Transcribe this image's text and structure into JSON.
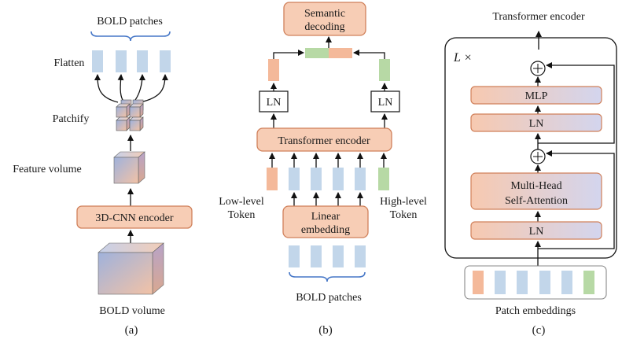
{
  "panel_a": {
    "caption": "(a)",
    "top_title": "BOLD patches",
    "flatten_label": "Flatten",
    "patchify_label": "Patchify",
    "feature_volume_label": "Feature volume",
    "encoder_label": "3D-CNN encoder",
    "bottom_label": "BOLD volume"
  },
  "panel_b": {
    "caption": "(b)",
    "decoding_line1": "Semantic",
    "decoding_line2": "decoding",
    "ln_left": "LN",
    "ln_right": "LN",
    "transformer_label": "Transformer encoder",
    "low_token_line1": "Low-level",
    "low_token_line2": "Token",
    "high_token_line1": "High-level",
    "high_token_line2": "Token",
    "linear_line1": "Linear",
    "linear_line2": "embedding",
    "bottom_label": "BOLD patches"
  },
  "panel_c": {
    "caption": "(c)",
    "title": "Transformer encoder",
    "repeat_label": "L ×",
    "mlp_label": "MLP",
    "ln_top": "LN",
    "mhsa_line1": "Multi-Head",
    "mhsa_line2": "Self-Attention",
    "ln_bottom": "LN",
    "embeddings_label": "Patch embeddings"
  },
  "colors": {
    "peach_fill": "#f7cdb5",
    "peach_stroke": "#d0805a",
    "blue_token": "#c2d6ea",
    "green_token": "#b7d9a5",
    "orange_token": "#f4b99a"
  }
}
